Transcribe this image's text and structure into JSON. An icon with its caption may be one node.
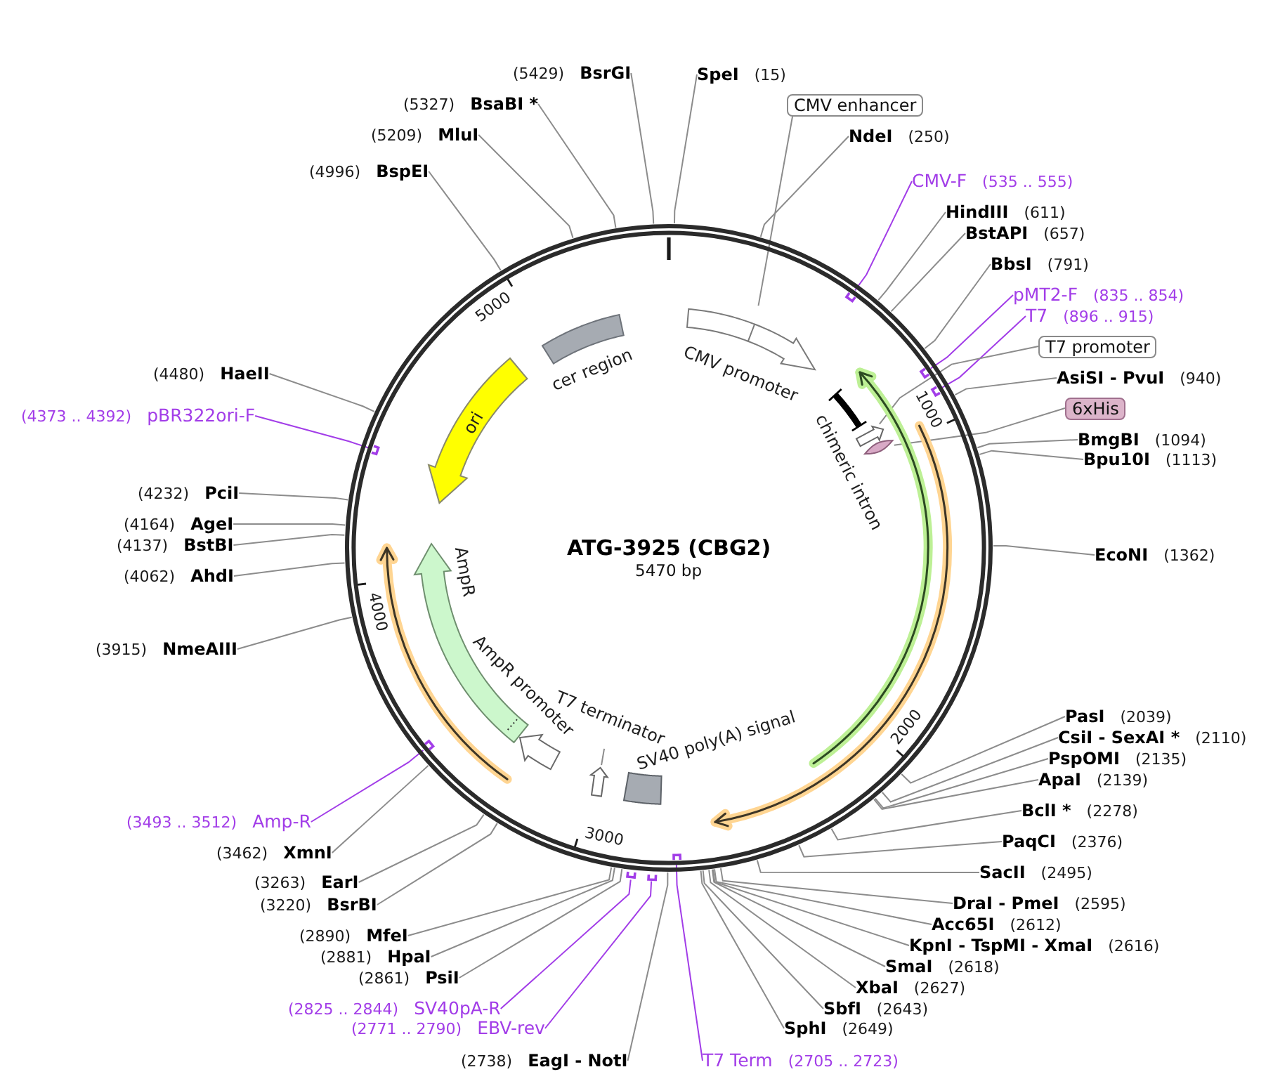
{
  "diagram": {
    "nodes": [
      {
        "text": [
          "ATG-3925 (CBG2)",
          "5470 bp"
        ]
      },
      {
        "text": [
          "CMV promoter"
        ],
        "in": 0
      },
      {
        "text": [
          "chimeric intron"
        ],
        "in": 0
      },
      {
        "text": [],
        "shape": "arrow",
        "in": 0
      },
      {
        "text": [],
        "shape": "ellipse",
        "in": 0
      },
      {
        "text": [
          "cer region"
        ],
        "in": 0
      },
      {
        "text": [
          "ori"
        ],
        "in": 0
      },
      {
        "text": [
          "AmpR"
        ],
        "in": 0
      },
      {
        "text": [
          "AmpR promoter"
        ],
        "in": 0
      },
      {
        "text": [
          "T7 terminator"
        ],
        "in": 0
      },
      {
        "text": [],
        "shape": "arrow",
        "in": 0
      },
      {
        "text": [
          "SV40 poly(A) signal"
        ],
        "in": 0
      },
      {
        "text": [
          "(5429)",
          "BsrGI"
        ]
      },
      {
        "text": [
          "SpeI",
          "(15)"
        ]
      },
      {
        "text": [
          "(5327)",
          "BsaBI *"
        ]
      },
      {
        "text": [
          "CMV enhancer"
        ]
      },
      {
        "text": [
          "(5209)",
          "MluI"
        ]
      },
      {
        "text": [
          "NdeI",
          "(250)"
        ]
      },
      {
        "text": [
          "(4996)",
          "BspEI"
        ]
      },
      {
        "text": [
          "CMV-F",
          "(535 .. 555)"
        ]
      },
      {
        "text": [
          "HindIII",
          "(611)"
        ]
      },
      {
        "text": [
          "BstAPI",
          "(657)"
        ]
      },
      {
        "text": [
          "BbsI",
          "(791)"
        ]
      },
      {
        "text": [
          "pMT2-F",
          "(835 .. 854)"
        ]
      },
      {
        "text": [
          "T7",
          "(896 .. 915)"
        ]
      },
      {
        "text": [
          "T7 promoter"
        ]
      },
      {
        "text": [
          "(4480)",
          "HaeII"
        ]
      },
      {
        "text": [
          "AsiSI - PvuI",
          "(940)"
        ]
      },
      {
        "text": [
          "6xHis"
        ]
      },
      {
        "text": [
          "(4373 .. 4392)",
          "pBR322ori-F"
        ]
      },
      {
        "text": [
          "BmgBI",
          "(1094)"
        ]
      },
      {
        "text": [
          "Bpu10I",
          "(1113)"
        ]
      },
      {
        "text": [
          "(4232)",
          "PciI"
        ]
      },
      {
        "text": [
          "(4164)",
          "AgeI"
        ]
      },
      {
        "text": [
          "(4137)",
          "BstBI"
        ]
      },
      {
        "text": [
          "EcoNI",
          "(1362)"
        ]
      },
      {
        "text": [
          "(4062)",
          "AhdI"
        ]
      },
      {
        "text": [
          "(3915)",
          "NmeAIII"
        ]
      },
      {
        "text": [
          "PasI",
          "(2039)"
        ]
      },
      {
        "text": [
          "CsiI - SexAI *",
          "(2110)"
        ]
      },
      {
        "text": [
          "PspOMI",
          "(2135)"
        ]
      },
      {
        "text": [
          "ApaI",
          "(2139)"
        ]
      },
      {
        "text": [
          "BclI *",
          "(2278)"
        ]
      },
      {
        "text": [
          "(3493 .. 3512)",
          "Amp-R"
        ]
      },
      {
        "text": [
          "PaqCI",
          "(2376)"
        ]
      },
      {
        "text": [
          "(3462)",
          "XmnI"
        ]
      },
      {
        "text": [
          "SacII",
          "(2495)"
        ]
      },
      {
        "text": [
          "(3263)",
          "EarI"
        ]
      },
      {
        "text": [
          "DraI - PmeI",
          "(2595)"
        ]
      },
      {
        "text": [
          "(3220)",
          "BsrBI"
        ]
      },
      {
        "text": [
          "Acc65I",
          "(2612)"
        ]
      },
      {
        "text": [
          "(2890)",
          "MfeI"
        ]
      },
      {
        "text": [
          "KpnI - TspMI - XmaI",
          "(2616)"
        ]
      },
      {
        "text": [
          "(2881)",
          "HpaI"
        ]
      },
      {
        "text": [
          "SmaI",
          "(2618)"
        ]
      },
      {
        "text": [
          "(2861)",
          "PsiI"
        ]
      },
      {
        "text": [
          "XbaI",
          "(2627)"
        ]
      },
      {
        "text": [
          "(2825 .. 2844)",
          "SV40pA-R"
        ]
      },
      {
        "text": [
          "SbfI",
          "(2643)"
        ]
      },
      {
        "text": [
          "SphI",
          "(2649)"
        ]
      },
      {
        "text": [
          "(2771 .. 2790)",
          "EBV-rev"
        ]
      },
      {
        "text": [
          "(2738)",
          "EagI - NotI"
        ]
      },
      {
        "text": [
          "T7 Term",
          "(2705 .. 2723)"
        ]
      },
      {
        "text": [],
        "shape": "bar",
        "in": 0
      },
      {
        "text": [],
        "shape": "bar",
        "in": 0
      },
      {
        "text": [],
        "shape": "bar",
        "in": 0
      },
      {
        "text": [],
        "shape": "bar",
        "in": 0
      },
      {
        "text": [],
        "shape": "bar",
        "in": 0
      },
      {
        "text": [],
        "shape": "bar"
      },
      {
        "text": [],
        "shape": "bar"
      },
      {
        "text": [],
        "shape": "bar",
        "in": 0
      }
    ],
    "edges": [
      {
        "from": 9,
        "to": 10,
        "arrow": "none"
      },
      {
        "from": 12,
        "to": 0,
        "arrow": "none"
      },
      {
        "from": 13,
        "to": 0,
        "arrow": "none"
      },
      {
        "from": 14,
        "to": 0,
        "arrow": "none"
      },
      {
        "from": 15,
        "to": 1,
        "arrow": "none"
      },
      {
        "from": 16,
        "to": 0,
        "arrow": "none"
      },
      {
        "from": 17,
        "to": 0,
        "arrow": "none"
      },
      {
        "from": 18,
        "to": 0,
        "arrow": "none"
      },
      {
        "from": 19,
        "to": 63,
        "arrow": "none",
        "color": "#a23de8"
      },
      {
        "from": 20,
        "to": 0,
        "arrow": "none"
      },
      {
        "from": 21,
        "to": 0,
        "arrow": "none"
      },
      {
        "from": 22,
        "to": 0,
        "arrow": "none"
      },
      {
        "from": 23,
        "to": 64,
        "arrow": "none",
        "color": "#a23de8"
      },
      {
        "from": 24,
        "to": 65,
        "arrow": "none",
        "color": "#a23de8"
      },
      {
        "from": 25,
        "to": 3,
        "arrow": "none"
      },
      {
        "from": 26,
        "to": 0,
        "arrow": "none"
      },
      {
        "from": 27,
        "to": 0,
        "arrow": "none"
      },
      {
        "from": 28,
        "to": 4,
        "arrow": "none"
      },
      {
        "from": 29,
        "to": 66,
        "arrow": "none",
        "color": "#a23de8"
      },
      {
        "from": 30,
        "to": 0,
        "arrow": "none"
      },
      {
        "from": 31,
        "to": 0,
        "arrow": "none"
      },
      {
        "from": 32,
        "to": 0,
        "arrow": "none"
      },
      {
        "from": 33,
        "to": 0,
        "arrow": "none"
      },
      {
        "from": 34,
        "to": 0,
        "arrow": "none"
      },
      {
        "from": 35,
        "to": 0,
        "arrow": "none"
      },
      {
        "from": 36,
        "to": 0,
        "arrow": "none"
      },
      {
        "from": 37,
        "to": 0,
        "arrow": "none"
      },
      {
        "from": 38,
        "to": 0,
        "arrow": "none"
      },
      {
        "from": 39,
        "to": 0,
        "arrow": "none"
      },
      {
        "from": 40,
        "to": 0,
        "arrow": "none"
      },
      {
        "from": 41,
        "to": 0,
        "arrow": "none"
      },
      {
        "from": 42,
        "to": 0,
        "arrow": "none"
      },
      {
        "from": 43,
        "to": 67,
        "arrow": "none",
        "color": "#a23de8"
      },
      {
        "from": 44,
        "to": 0,
        "arrow": "none"
      },
      {
        "from": 45,
        "to": 0,
        "arrow": "none"
      },
      {
        "from": 46,
        "to": 0,
        "arrow": "none"
      },
      {
        "from": 47,
        "to": 0,
        "arrow": "none"
      },
      {
        "from": 48,
        "to": 0,
        "arrow": "none"
      },
      {
        "from": 49,
        "to": 0,
        "arrow": "none"
      },
      {
        "from": 50,
        "to": 0,
        "arrow": "none"
      },
      {
        "from": 51,
        "to": 0,
        "arrow": "none"
      },
      {
        "from": 52,
        "to": 0,
        "arrow": "none"
      },
      {
        "from": 53,
        "to": 0,
        "arrow": "none"
      },
      {
        "from": 54,
        "to": 0,
        "arrow": "none"
      },
      {
        "from": 55,
        "to": 0,
        "arrow": "none"
      },
      {
        "from": 56,
        "to": 0,
        "arrow": "none"
      },
      {
        "from": 57,
        "to": 68,
        "arrow": "none",
        "color": "#a23de8"
      },
      {
        "from": 58,
        "to": 0,
        "arrow": "none"
      },
      {
        "from": 59,
        "to": 0,
        "arrow": "none"
      },
      {
        "from": 60,
        "to": 69,
        "arrow": "none",
        "color": "#a23de8"
      },
      {
        "from": 61,
        "to": 0,
        "arrow": "none"
      },
      {
        "from": 62,
        "to": 70,
        "arrow": "none",
        "color": "#a23de8"
      }
    ],
    "labels": [
      "5000",
      "1000",
      "4000",
      "2000",
      "3000"
    ]
  }
}
